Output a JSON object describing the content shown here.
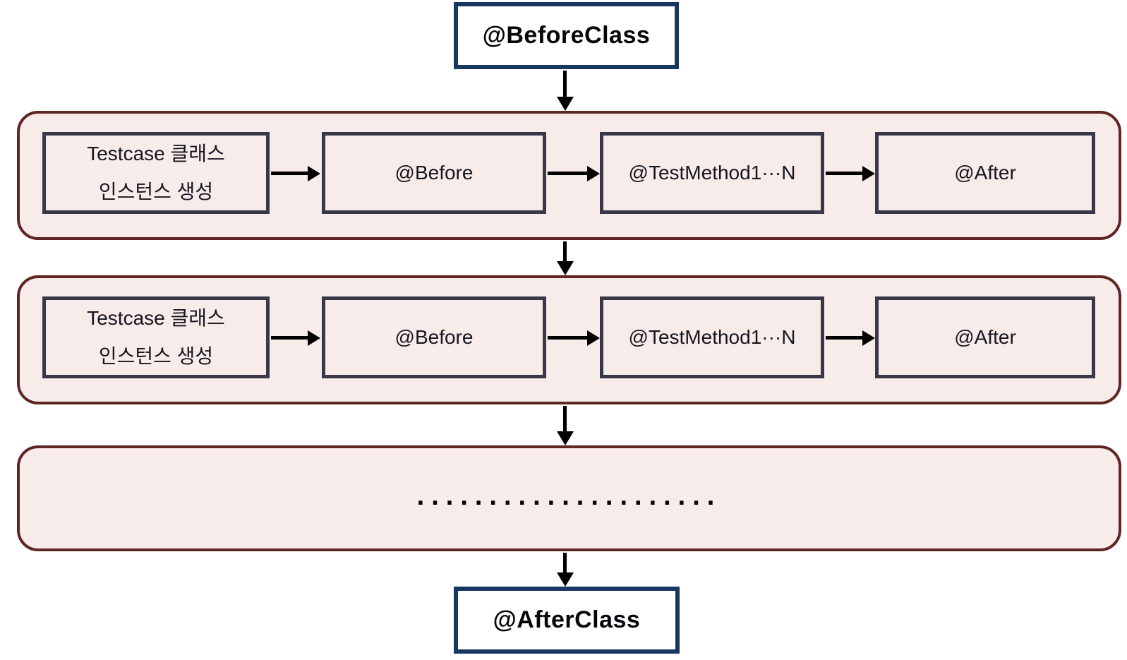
{
  "diagram": {
    "start_box": {
      "label": "@BeforeClass"
    },
    "end_box": {
      "label": "@AfterClass"
    },
    "rows": [
      {
        "steps": [
          {
            "line1": "Testcase 클래스",
            "line2": "인스턴스 생성"
          },
          {
            "line1": "@Before"
          },
          {
            "line1": "@TestMethod1···N"
          },
          {
            "line1": "@After"
          }
        ]
      },
      {
        "steps": [
          {
            "line1": "Testcase 클래스",
            "line2": "인스턴스 생성"
          },
          {
            "line1": "@Before"
          },
          {
            "line1": "@TestMethod1···N"
          },
          {
            "line1": "@After"
          }
        ]
      }
    ],
    "ellipsis_row": {
      "label": "....................."
    },
    "colors": {
      "page_background": "#FFFFFF",
      "phase_fill": "#F8ECEB",
      "phase_border": "#602624",
      "step_fill": "#F8ECEB",
      "step_border": "#383849",
      "terminal_fill": "#FFFFFF",
      "terminal_border": "#173760",
      "arrow": "#000000",
      "text": "#15151E"
    }
  }
}
